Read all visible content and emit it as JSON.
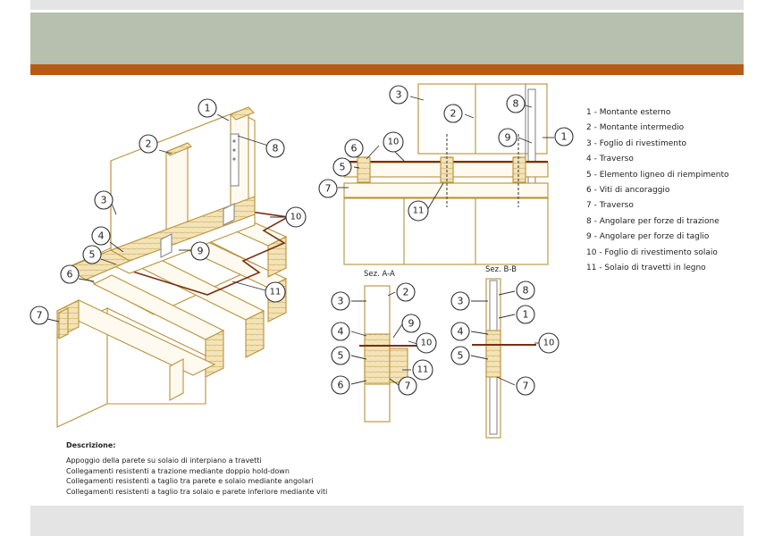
{
  "legend": [
    "1 - Montante esterno",
    "2 - Montante intermedio",
    "3 - Foglio di rivestimento",
    "4 - Traverso",
    "5 - Elemento ligneo di riempimento",
    "6 - Viti di ancoraggio",
    "7 - Traverso",
    "8 - Angolare per forze di trazione",
    "9 - Angolare per forze di taglio",
    "10 - Foglio di rivestimento solaio",
    "11 - Solaio di travetti in legno"
  ],
  "section_labels": {
    "aa": "Sez. A-A",
    "bb": "Sez. B-B"
  },
  "description": {
    "title": "Descrizione:",
    "lines": [
      "Appoggio della parete su solaio di interpiano a travetti",
      "Collegamenti resistenti a trazione mediante doppio hold-down",
      "Collegamenti resistenti a taglio tra parete e solaio mediante angolari",
      "Collegamenti resistenti a taglio tra solaio e parete inferiore mediante viti"
    ]
  },
  "callouts": {
    "n1": "1",
    "n2": "2",
    "n3": "3",
    "n4": "4",
    "n5": "5",
    "n6": "6",
    "n7": "7",
    "n8": "8",
    "n9": "9",
    "n10": "10",
    "n11": "11"
  },
  "colors": {
    "wood": "#c9a24a",
    "wood_fill": "#f3e3b8",
    "sheathing": "#7a2e12",
    "accent": "#b75a14",
    "header": "#b7bfae"
  }
}
